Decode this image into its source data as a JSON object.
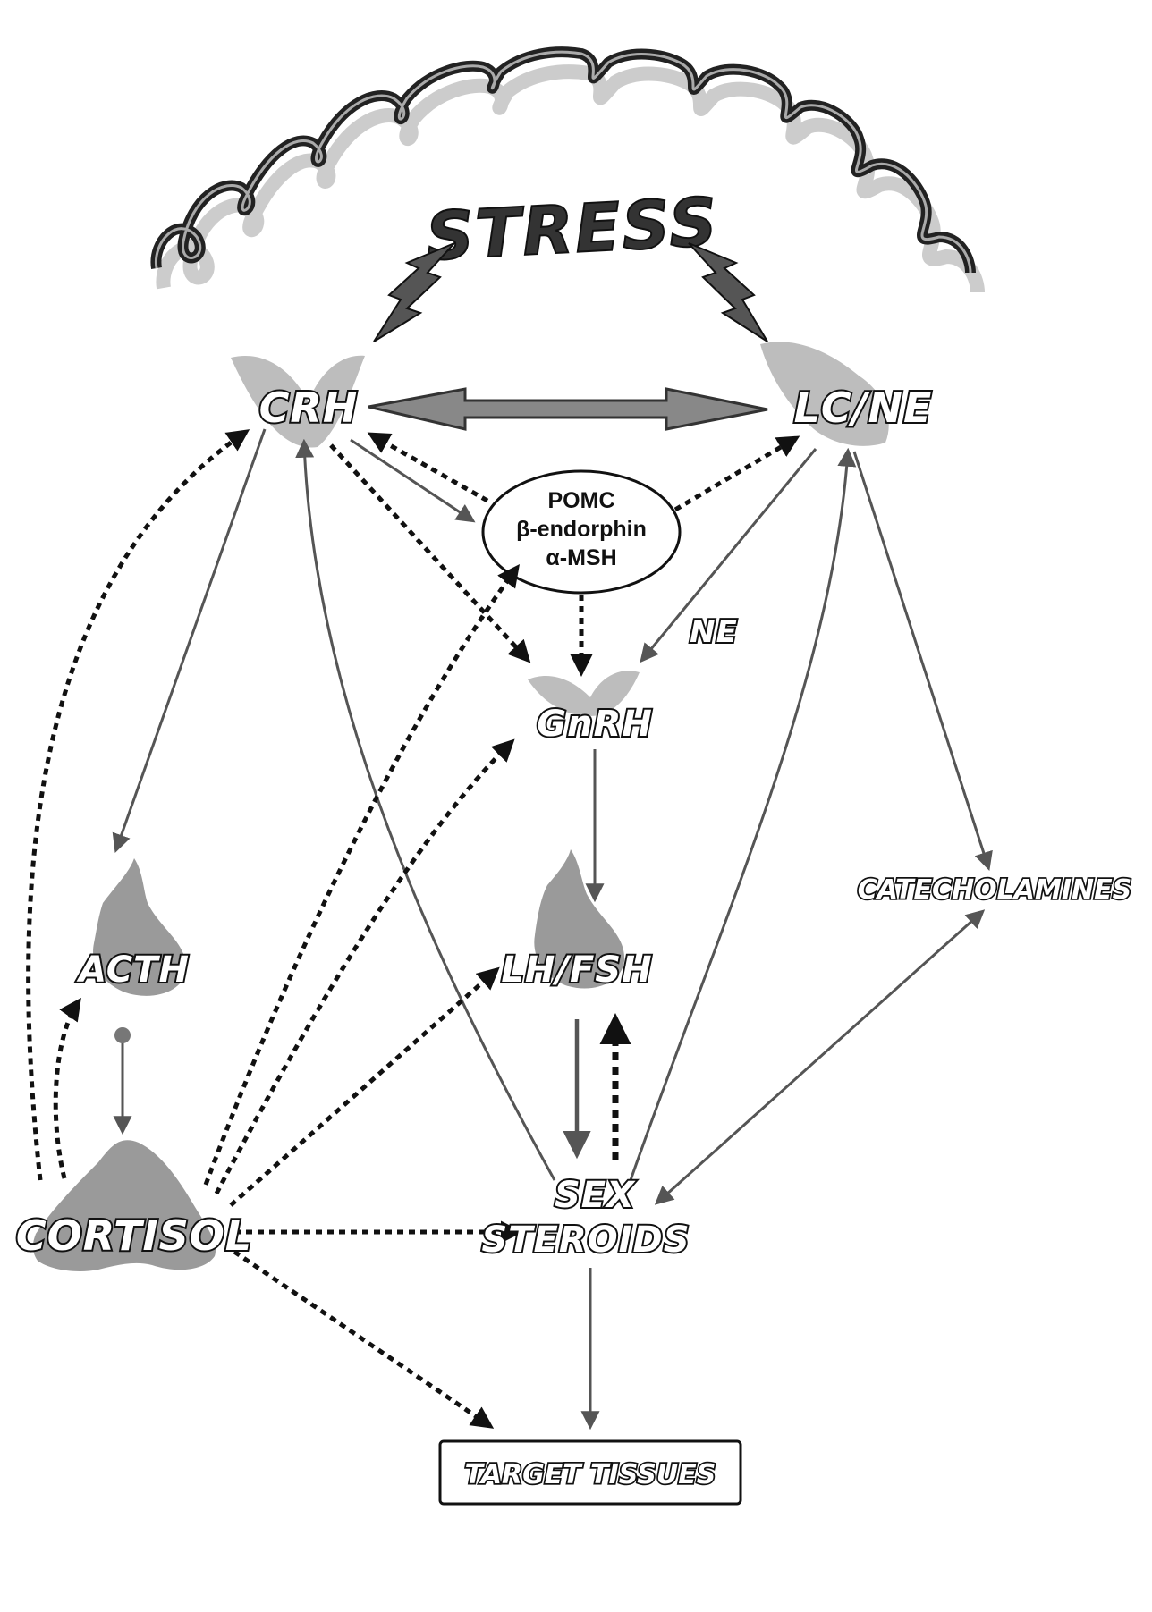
{
  "title": "STRESS",
  "nodes": {
    "crh": "CRH",
    "lc_ne": "LC/NE",
    "pomc": [
      "POMC",
      "β-endorphin",
      "α-MSH"
    ],
    "ne": "NE",
    "gnrh": "GnRH",
    "catecholamines": "CATECHOLAMINES",
    "acth": "ACTH",
    "lh_fsh": "LH/FSH",
    "cortisol": "CORTISOL",
    "sex_steroids": [
      "SEX",
      "STEROIDS"
    ],
    "target_tissues": "TARGET TISSUES"
  },
  "colors": {
    "background": "#ffffff",
    "solid_arrow": "#555555",
    "dashed_arrow": "#111111",
    "gland": "#9a9a9a"
  }
}
